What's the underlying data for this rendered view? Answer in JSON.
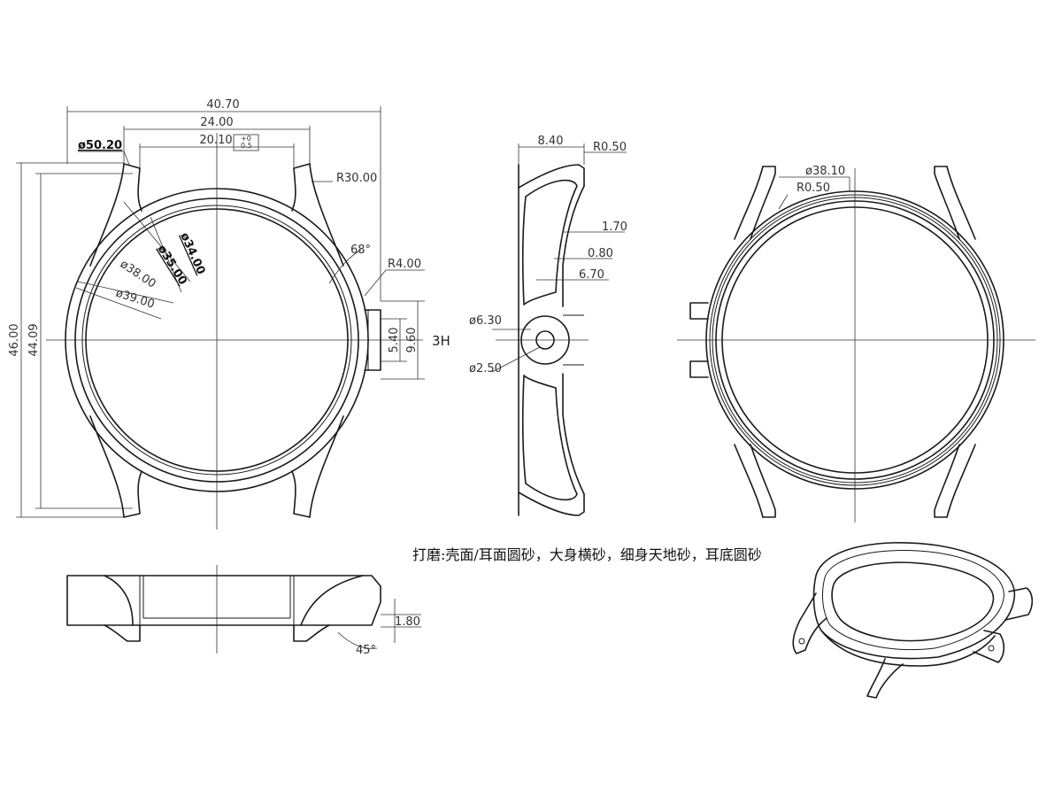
{
  "front_view": {
    "overall_width": "40.70",
    "lug_width_outer": "24.00",
    "lug_width_inner": "20.10",
    "tolerance_upper": "+0",
    "tolerance_lower": "0.5",
    "outer_diameter": "ø50.20",
    "lug_radius": "R30.00",
    "angle": "68°",
    "crown_radius": "R4.00",
    "diameter_34": "ø34.00",
    "diameter_35": "ø35.00",
    "diameter_38": "ø38.00",
    "diameter_39": "ø39.00",
    "height_overall": "46.00",
    "height_lugs": "44.09",
    "crown_tube_inner": "5.40",
    "crown_tube_outer": "9.60",
    "crown_position": "3H"
  },
  "side_view": {
    "width": "8.40",
    "edge_radius": "R0.50",
    "dim_1": "1.70",
    "dim_2": "0.80",
    "dim_3": "6.70",
    "tube_outer": "ø6.30",
    "tube_hole": "ø2.50"
  },
  "back_view": {
    "diameter": "ø38.10",
    "edge_radius": "R0.50"
  },
  "bottom_view": {
    "height": "1.80",
    "chamfer_angle": "45°"
  },
  "finish_note": "打磨:壳面/耳面圆砂，大身横砂，细身天地砂，耳底圆砂"
}
